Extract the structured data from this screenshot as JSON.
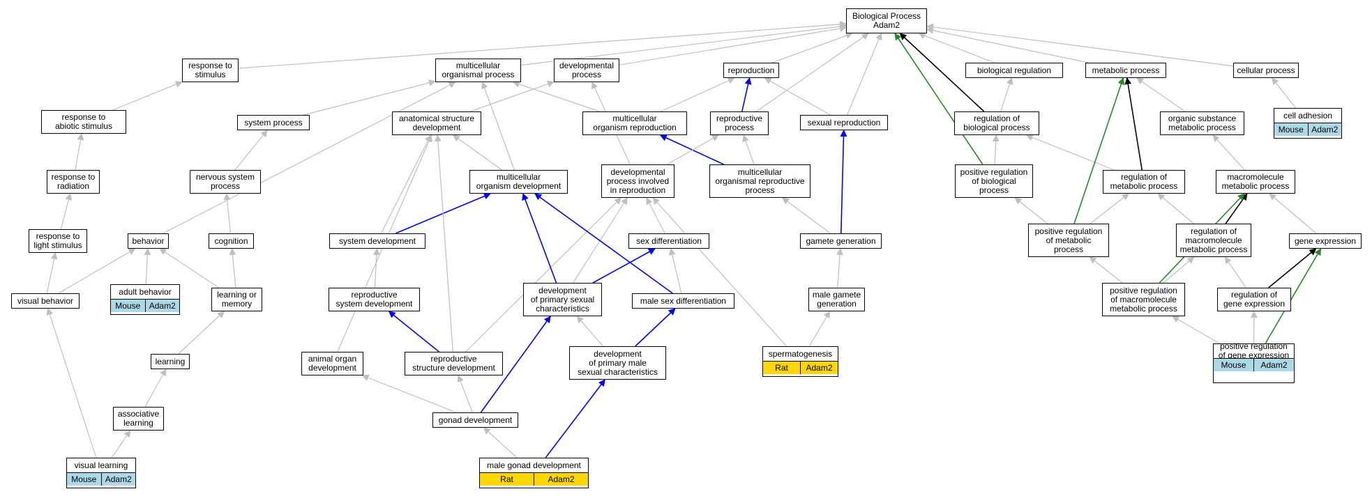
{
  "colors": {
    "grey": "#bfbfbf",
    "blue": "#0000ff",
    "black": "#000000",
    "green": "#228b22",
    "mouse": "#add8e6",
    "rat": "#ffd700"
  },
  "nodes": [
    {
      "id": "root",
      "label": "Biological Process\nAdam2"
    },
    {
      "id": "stim",
      "label": "response to\nstimulus"
    },
    {
      "id": "mop",
      "label": "multicellular\norganismal process"
    },
    {
      "id": "devp",
      "label": "developmental\nprocess"
    },
    {
      "id": "repro",
      "label": "reproduction"
    },
    {
      "id": "bioreg",
      "label": "biological regulation"
    },
    {
      "id": "metab",
      "label": "metabolic process"
    },
    {
      "id": "cellp",
      "label": "cellular process"
    },
    {
      "id": "abiotic",
      "label": "response to\nabiotic stimulus"
    },
    {
      "id": "sysproc",
      "label": "system process"
    },
    {
      "id": "asd",
      "label": "anatomical structure\ndevelopment"
    },
    {
      "id": "mor",
      "label": "multicellular\norganism reproduction"
    },
    {
      "id": "reprop",
      "label": "reproductive\nprocess"
    },
    {
      "id": "sexrep",
      "label": "sexual reproduction"
    },
    {
      "id": "regbio",
      "label": "regulation of\nbiological process"
    },
    {
      "id": "osmp",
      "label": "organic substance\nmetabolic process"
    },
    {
      "id": "celladh",
      "label": "cell adhesion",
      "tags": [
        "Mouse",
        "Adam2"
      ],
      "tagClass": "mouse"
    },
    {
      "id": "radiation",
      "label": "response to\nradiation"
    },
    {
      "id": "nsp",
      "label": "nervous system\nprocess"
    },
    {
      "id": "mod",
      "label": "multicellular\norganism development"
    },
    {
      "id": "dpir",
      "label": "developmental\nprocess involved\nin reproduction"
    },
    {
      "id": "morp",
      "label": "multicellular\norganismal reproductive\nprocess"
    },
    {
      "id": "posregbio",
      "label": "positive regulation\nof biological\nprocess"
    },
    {
      "id": "regmet",
      "label": "regulation of\nmetabolic process"
    },
    {
      "id": "mmp",
      "label": "macromolecule\nmetabolic process"
    },
    {
      "id": "light",
      "label": "response to\nlight stimulus"
    },
    {
      "id": "behavior",
      "label": "behavior"
    },
    {
      "id": "cognition",
      "label": "cognition"
    },
    {
      "id": "sysdev",
      "label": "system development"
    },
    {
      "id": "sexdiff",
      "label": "sex differentiation"
    },
    {
      "id": "gamgen",
      "label": "gamete generation"
    },
    {
      "id": "posregmet",
      "label": "positive regulation\nof metabolic\nprocess"
    },
    {
      "id": "regmmp",
      "label": "regulation of\nmacromolecule\nmetabolic process"
    },
    {
      "id": "geneexp",
      "label": "gene expression"
    },
    {
      "id": "visbeh",
      "label": "visual behavior"
    },
    {
      "id": "adultbeh",
      "label": "adult behavior",
      "tags": [
        "Mouse",
        "Adam2"
      ],
      "tagClass": "mouse"
    },
    {
      "id": "learnmem",
      "label": "learning or\nmemory"
    },
    {
      "id": "repsysdev",
      "label": "reproductive\nsystem development"
    },
    {
      "id": "dpsc",
      "label": "development\nof primary sexual\ncharacteristics"
    },
    {
      "id": "malesexdiff",
      "label": "male sex differentiation"
    },
    {
      "id": "malegam",
      "label": "male gamete\ngeneration"
    },
    {
      "id": "posregmmp",
      "label": "positive regulation\nof macromolecule\nmetabolic process"
    },
    {
      "id": "reggene",
      "label": "regulation of\ngene expression"
    },
    {
      "id": "learning",
      "label": "learning"
    },
    {
      "id": "aod",
      "label": "animal organ\ndevelopment"
    },
    {
      "id": "rsd",
      "label": "reproductive\nstructure development"
    },
    {
      "id": "dpmsc",
      "label": "development\nof primary male\nsexual characteristics"
    },
    {
      "id": "sperm",
      "label": "spermatogenesis",
      "tags": [
        "Rat",
        "Adam2"
      ],
      "tagClass": "rat"
    },
    {
      "id": "posreggene",
      "label": "positive regulation\nof gene expression",
      "tags": [
        "Mouse",
        "Adam2"
      ],
      "tagClass": "mouse"
    },
    {
      "id": "assoc",
      "label": "associative\nlearning"
    },
    {
      "id": "gonad",
      "label": "gonad development"
    },
    {
      "id": "vislearn",
      "label": "visual learning",
      "tags": [
        "Mouse",
        "Adam2"
      ],
      "tagClass": "mouse"
    },
    {
      "id": "malegonad",
      "label": "male gonad development",
      "tags": [
        "Rat",
        "Adam2"
      ],
      "tagClass": "rat"
    }
  ],
  "edges": [
    [
      "stim",
      "root",
      "grey"
    ],
    [
      "mop",
      "root",
      "grey"
    ],
    [
      "devp",
      "root",
      "grey"
    ],
    [
      "repro",
      "root",
      "grey"
    ],
    [
      "bioreg",
      "root",
      "grey"
    ],
    [
      "metab",
      "root",
      "grey"
    ],
    [
      "cellp",
      "root",
      "grey"
    ],
    [
      "sexrep",
      "root",
      "grey"
    ],
    [
      "reprop",
      "root",
      "grey"
    ],
    [
      "regbio",
      "root",
      "black"
    ],
    [
      "posregbio",
      "root",
      "green"
    ],
    [
      "abiotic",
      "stim",
      "grey"
    ],
    [
      "radiation",
      "abiotic",
      "grey"
    ],
    [
      "light",
      "radiation",
      "grey"
    ],
    [
      "visbeh",
      "light",
      "grey"
    ],
    [
      "visbeh",
      "behavior",
      "grey"
    ],
    [
      "behavior",
      "mop",
      "grey"
    ],
    [
      "adultbeh",
      "behavior",
      "grey"
    ],
    [
      "learnmem",
      "behavior",
      "grey"
    ],
    [
      "learnmem",
      "cognition",
      "grey"
    ],
    [
      "cognition",
      "nsp",
      "grey"
    ],
    [
      "nsp",
      "sysproc",
      "grey"
    ],
    [
      "sysproc",
      "mop",
      "grey"
    ],
    [
      "learning",
      "learnmem",
      "grey"
    ],
    [
      "assoc",
      "learning",
      "grey"
    ],
    [
      "vislearn",
      "assoc",
      "grey"
    ],
    [
      "vislearn",
      "visbeh",
      "grey"
    ],
    [
      "asd",
      "devp",
      "grey"
    ],
    [
      "mod",
      "mop",
      "grey"
    ],
    [
      "mod",
      "asd",
      "grey"
    ],
    [
      "sysdev",
      "asd",
      "grey"
    ],
    [
      "sysdev",
      "mod",
      "blue"
    ],
    [
      "repsysdev",
      "sysdev",
      "grey"
    ],
    [
      "rsd",
      "repsysdev",
      "blue"
    ],
    [
      "rsd",
      "asd",
      "grey"
    ],
    [
      "rsd",
      "dpir",
      "grey"
    ],
    [
      "aod",
      "asd",
      "grey"
    ],
    [
      "gonad",
      "aod",
      "grey"
    ],
    [
      "gonad",
      "rsd",
      "grey"
    ],
    [
      "gonad",
      "dpsc",
      "blue"
    ],
    [
      "malegonad",
      "gonad",
      "grey"
    ],
    [
      "malegonad",
      "dpmsc",
      "blue"
    ],
    [
      "mor",
      "mop",
      "grey"
    ],
    [
      "mor",
      "repro",
      "grey"
    ],
    [
      "reprop",
      "repro",
      "blue"
    ],
    [
      "sexrep",
      "repro",
      "grey"
    ],
    [
      "morp",
      "mor",
      "blue"
    ],
    [
      "morp",
      "reprop",
      "grey"
    ],
    [
      "dpir",
      "devp",
      "grey"
    ],
    [
      "dpir",
      "reprop",
      "grey"
    ],
    [
      "sexdiff",
      "dpir",
      "grey"
    ],
    [
      "dpsc",
      "sexdiff",
      "blue"
    ],
    [
      "dpsc",
      "mod",
      "blue"
    ],
    [
      "dpsc",
      "dpir",
      "grey"
    ],
    [
      "malesexdiff",
      "sexdiff",
      "grey"
    ],
    [
      "malesexdiff",
      "mod",
      "blue"
    ],
    [
      "dpmsc",
      "dpsc",
      "grey"
    ],
    [
      "dpmsc",
      "malesexdiff",
      "blue"
    ],
    [
      "gamgen",
      "sexrep",
      "blue"
    ],
    [
      "gamgen",
      "morp",
      "grey"
    ],
    [
      "malegam",
      "gamgen",
      "grey"
    ],
    [
      "sperm",
      "malegam",
      "grey"
    ],
    [
      "sperm",
      "dpir",
      "grey"
    ],
    [
      "regbio",
      "bioreg",
      "grey"
    ],
    [
      "posregbio",
      "regbio",
      "grey"
    ],
    [
      "regmet",
      "metab",
      "black"
    ],
    [
      "regmet",
      "regbio",
      "grey"
    ],
    [
      "posregmet",
      "metab",
      "green"
    ],
    [
      "posregmet",
      "posregbio",
      "grey"
    ],
    [
      "posregmet",
      "regmet",
      "grey"
    ],
    [
      "osmp",
      "metab",
      "grey"
    ],
    [
      "celladh",
      "cellp",
      "grey"
    ],
    [
      "mmp",
      "osmp",
      "grey"
    ],
    [
      "regmmp",
      "mmp",
      "black"
    ],
    [
      "regmmp",
      "regmet",
      "grey"
    ],
    [
      "geneexp",
      "mmp",
      "grey"
    ],
    [
      "posregmmp",
      "mmp",
      "green"
    ],
    [
      "posregmmp",
      "regmmp",
      "grey"
    ],
    [
      "posregmmp",
      "posregmet",
      "grey"
    ],
    [
      "reggene",
      "geneexp",
      "black"
    ],
    [
      "reggene",
      "regmmp",
      "grey"
    ],
    [
      "posreggene",
      "reggene",
      "grey"
    ],
    [
      "posreggene",
      "posregmmp",
      "grey"
    ],
    [
      "posreggene",
      "geneexp",
      "green"
    ]
  ]
}
